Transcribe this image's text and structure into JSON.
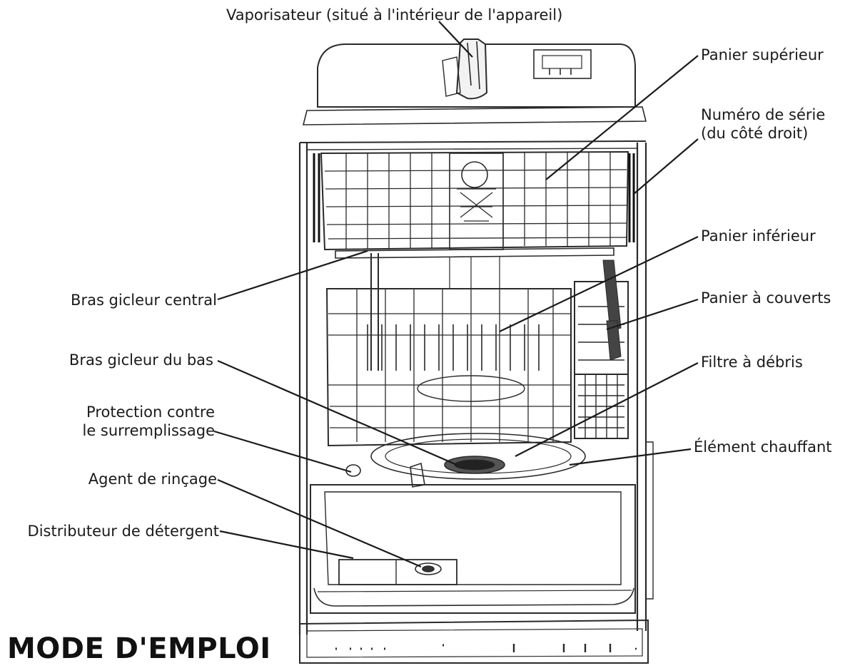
{
  "labels": {
    "vaporisateur": "Vaporisateur (situé à l'intérieur de l'appareil)",
    "panier_superieur": "Panier supérieur",
    "numero_serie_line1": "Numéro de série",
    "numero_serie_line2": "(du côté droit)",
    "panier_inferieur": "Panier inférieur",
    "panier_couverts": "Panier à couverts",
    "filtre_debris": "Filtre à débris",
    "element_chauffant": "Élément chauffant",
    "bras_gicleur_central": "Bras gicleur central",
    "bras_gicleur_bas": "Bras gicleur du bas",
    "protection_line1": "Protection contre",
    "protection_line2": "le surremplissage",
    "agent_rincage": "Agent de rinçage",
    "distributeur_detergent": "Distributeur de détergent"
  },
  "section_title": "MODE D'EMPLOI"
}
